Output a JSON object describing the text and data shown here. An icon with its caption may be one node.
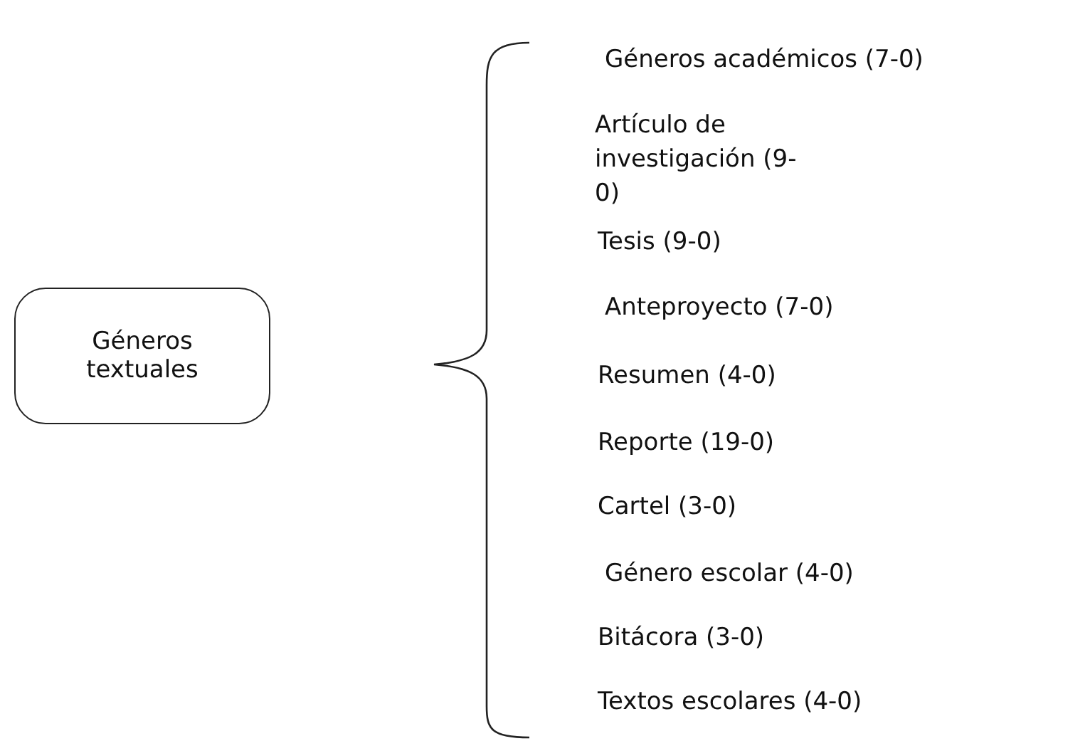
{
  "diagram": {
    "nodes": [
      {
        "text": [
          "Géneros textuales"
        ]
      }
    ],
    "labels": [
      "Géneros académicos (7-0)",
      "Artículo de investigación (9-0)",
      "Tesis (9-0)",
      "Anteproyecto (7-0)",
      "Resumen (4-0)",
      "Reporte (19-0)",
      "Cartel (3-0)",
      "Género escolar (4-0)",
      "Bitácora (3-0)",
      "Textos escolares (4-0)"
    ]
  }
}
